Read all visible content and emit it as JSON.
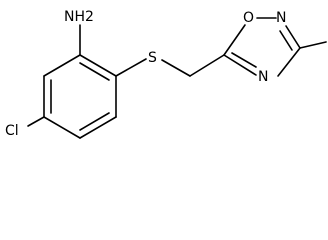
{
  "structure": {
    "atoms": {
      "amine": "NH2",
      "sulfur": "S",
      "chlorine": "Cl",
      "ring_oxygen": "O",
      "ring_nitrogen_top": "N",
      "ring_nitrogen_bottom": "N"
    }
  }
}
